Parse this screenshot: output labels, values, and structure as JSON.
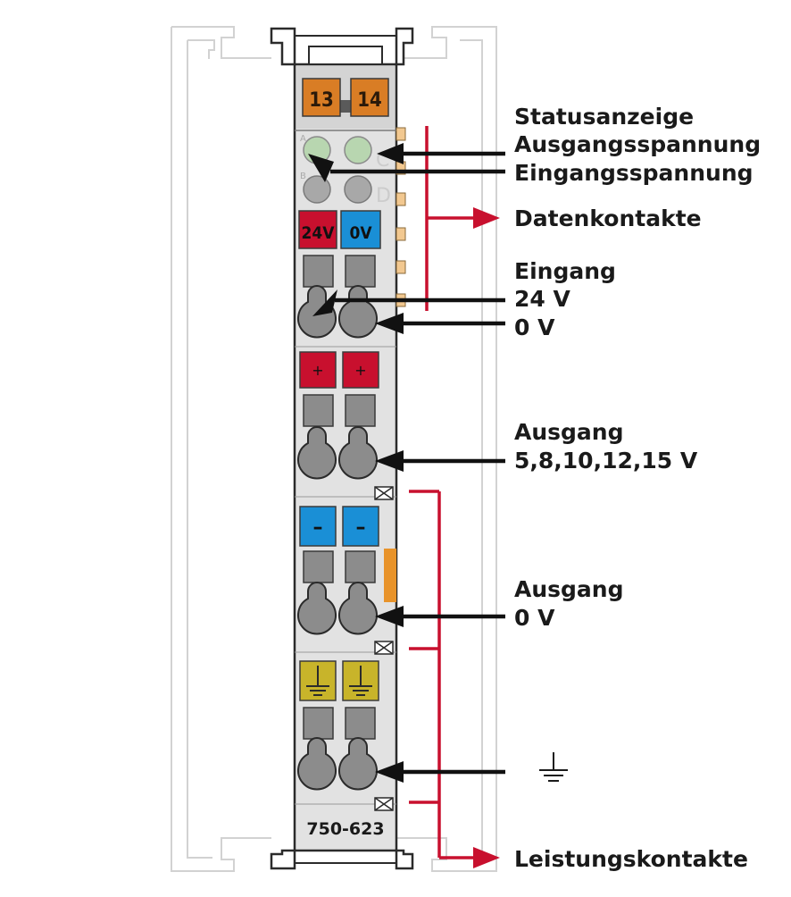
{
  "module": {
    "part_number": "750-623",
    "header_terminals": [
      "13",
      "14"
    ],
    "led_letters": [
      "A",
      "B",
      "C",
      "D"
    ],
    "marker_24v": "24V",
    "marker_0v": "0V",
    "marker_plus": "+",
    "marker_minus": "–",
    "colors": {
      "housing": "#e0e0e0",
      "red": "#c8102e",
      "blue": "#1a8fd6",
      "orange": "#d97d25",
      "yellow": "#c8b42a",
      "led_green": "#b8d6b0",
      "led_gray": "#a8a8a8",
      "arrow": "#111111",
      "bracket": "#c8102e"
    }
  },
  "labels": {
    "status_title": "Statusanzeige",
    "status_output_voltage": "Ausgangsspannung",
    "status_input_voltage": "Eingangsspannung",
    "data_contacts": "Datenkontakte",
    "input_title": "Eingang",
    "input_24v": "24 V",
    "input_0v": "0 V",
    "output_title": "Ausgang",
    "output_voltages": "5,8,10,12,15 V",
    "output0_title": "Ausgang",
    "output0_0v": "0 V",
    "power_contacts": "Leistungskontakte"
  },
  "icons": {
    "ground": "ground-symbol-icon"
  }
}
